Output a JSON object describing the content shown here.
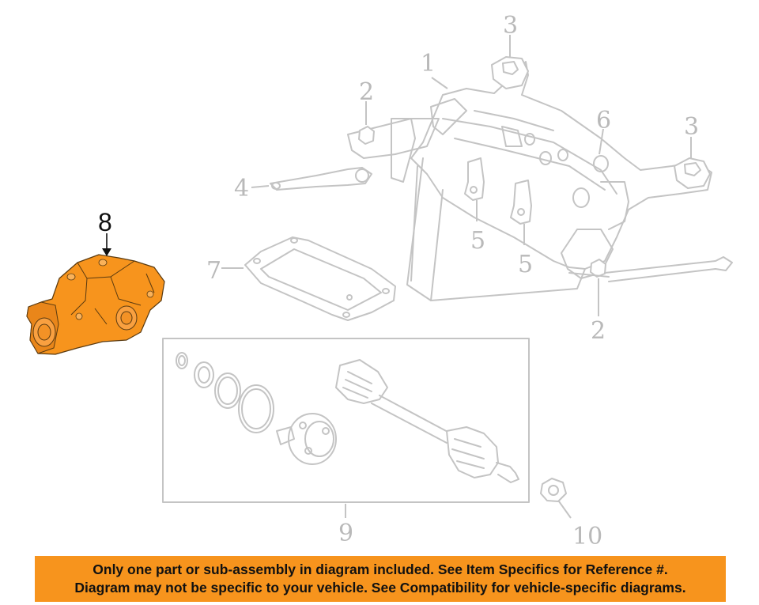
{
  "callouts": {
    "c1": "1",
    "c2a": "2",
    "c2b": "2",
    "c3a": "3",
    "c3b": "3",
    "c4": "4",
    "c5a": "5",
    "c5b": "5",
    "c6": "6",
    "c7": "7",
    "c8": "8",
    "c9": "9",
    "c10": "10"
  },
  "highlight_color": "#f7941d",
  "disclaimer": {
    "line1": "Only one part or sub-assembly in diagram included. See Item Specifics for Reference #.",
    "line2": "Diagram may not be specific to your vehicle. See Compatibility for vehicle-specific diagrams."
  }
}
